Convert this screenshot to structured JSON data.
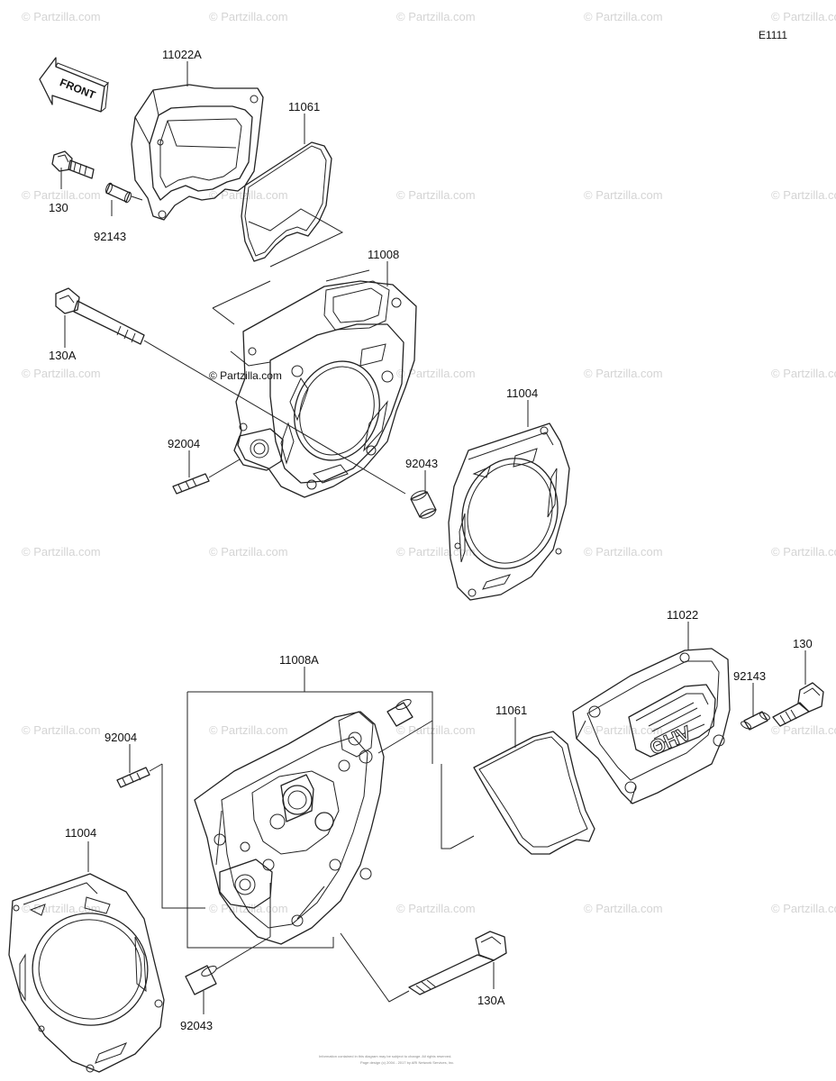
{
  "diagram_code": "E1111",
  "watermark_text": "© Partzilla.com",
  "center_watermark": "© Partzilla.com",
  "front_label": "FRONT",
  "valve_cover_emboss": "OHV",
  "parts": {
    "p11022A": "11022A",
    "p11061_top": "11061",
    "p130_top": "130",
    "p92143_top": "92143",
    "p11008": "11008",
    "p130A_top": "130A",
    "p11004_top": "11004",
    "p92004_top": "92004",
    "p92043_top": "92043",
    "p11022": "11022",
    "p130_bottom": "130",
    "p92143_bottom": "92143",
    "p11061_bottom": "11061",
    "p11008A": "11008A",
    "p92004_bottom": "92004",
    "p11004_bottom": "11004",
    "p92043_bottom": "92043",
    "p130A_bottom": "130A"
  },
  "footer": {
    "line1": "Information contained in this diagram may be subject to change. All rights reserved.",
    "line2": "Page design (c) 2004 - 2017 by ARI Network Services, Inc."
  }
}
